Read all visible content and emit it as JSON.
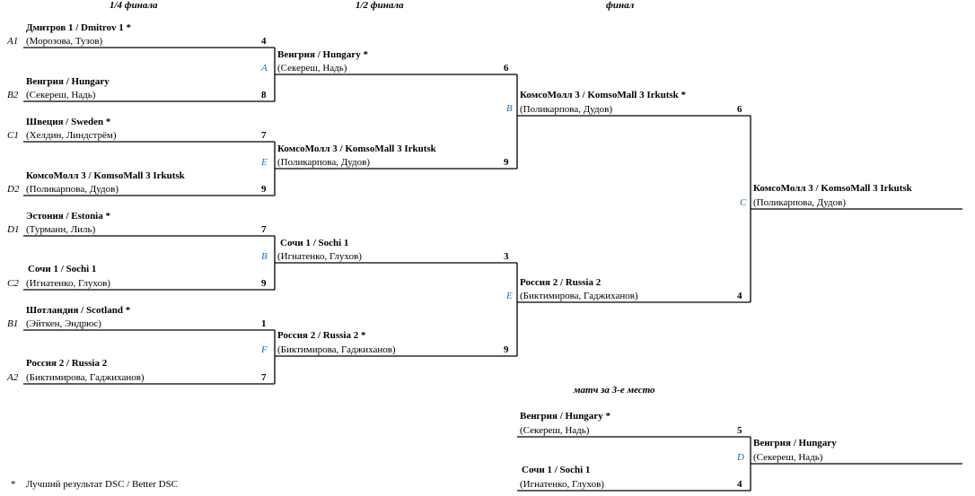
{
  "headers": {
    "quarter": "1/4 финала",
    "semi": "1/2 финала",
    "final": "финал",
    "third": "матч за 3-е место"
  },
  "quarterfinals": [
    {
      "label": "A",
      "top": {
        "code": "A1",
        "name": "Дмитров 1 / Dmitrov 1",
        "star": "*",
        "players": "(Морозова, Тузов)",
        "score": "4"
      },
      "bottom": {
        "code": "B2",
        "name": "Венгрия / Hungary",
        "star": "",
        "players": "(Секереш, Надь)",
        "score": "8"
      }
    },
    {
      "label": "E",
      "top": {
        "code": "C1",
        "name": "Швеция / Sweden",
        "star": "*",
        "players": "(Хелдин, Линдстрём)",
        "score": "7"
      },
      "bottom": {
        "code": "D2",
        "name": "КомсоМолл 3 / KomsoMall 3 Irkutsk",
        "star": "",
        "players": "(Поликарпова, Дудов)",
        "score": "9"
      }
    },
    {
      "label": "B",
      "top": {
        "code": "D1",
        "name": "Эстония / Estonia",
        "star": "*",
        "players": "(Турманн, Лиль)",
        "score": "7"
      },
      "bottom": {
        "code": "C2",
        "name": "Сочи 1 / Sochi 1",
        "star": "",
        "players": "(Игнатенко, Глухов)",
        "score": "9"
      }
    },
    {
      "label": "F",
      "top": {
        "code": "B1",
        "name": "Шотландия / Scotland",
        "star": "*",
        "players": "(Эйткен, Эндрюс)",
        "score": "1"
      },
      "bottom": {
        "code": "A2",
        "name": "Россия 2 / Russia 2",
        "star": "",
        "players": "(Биктимирова, Гаджиханов)",
        "score": "7"
      }
    }
  ],
  "semifinals": [
    {
      "label": "B",
      "top": {
        "name": "Венгрия / Hungary",
        "star": "*",
        "players": "(Секереш, Надь)",
        "score": "6"
      },
      "bottom": {
        "name": "КомсоМолл 3 / KomsoMall 3 Irkutsk",
        "star": "",
        "players": "(Поликарпова, Дудов)",
        "score": "9"
      }
    },
    {
      "label": "E",
      "top": {
        "name": "Сочи 1 / Sochi 1",
        "star": "",
        "players": "(Игнатенко, Глухов)",
        "score": "3"
      },
      "bottom": {
        "name": "Россия 2 / Russia 2",
        "star": "*",
        "players": "(Биктимирова, Гаджиханов)",
        "score": "9"
      }
    }
  ],
  "final": {
    "label": "C",
    "top": {
      "name": "КомсоМолл 3 / KomsoMall 3 Irkutsk",
      "star": "*",
      "players": "(Поликарпова, Дудов)",
      "score": "6"
    },
    "bottom": {
      "name": "Россия 2 / Russia 2",
      "star": "",
      "players": "(Биктимирова, Гаджиханов)",
      "score": "4"
    },
    "winner": {
      "name": "КомсоМолл 3 / KomsoMall 3 Irkutsk",
      "players": "(Поликарпова, Дудов)"
    }
  },
  "third_place": {
    "label": "D",
    "top": {
      "name": "Венгрия / Hungary",
      "star": "*",
      "players": "(Секереш, Надь)",
      "score": "5"
    },
    "bottom": {
      "name": "Сочи 1 / Sochi 1",
      "star": "",
      "players": "(Игнатенко, Глухов)",
      "score": "4"
    },
    "winner": {
      "name": "Венгрия / Hungary",
      "players": "(Секереш, Надь)"
    }
  },
  "footnote": {
    "star": "*",
    "text": "Лучший результат DSC / Better DSC"
  }
}
